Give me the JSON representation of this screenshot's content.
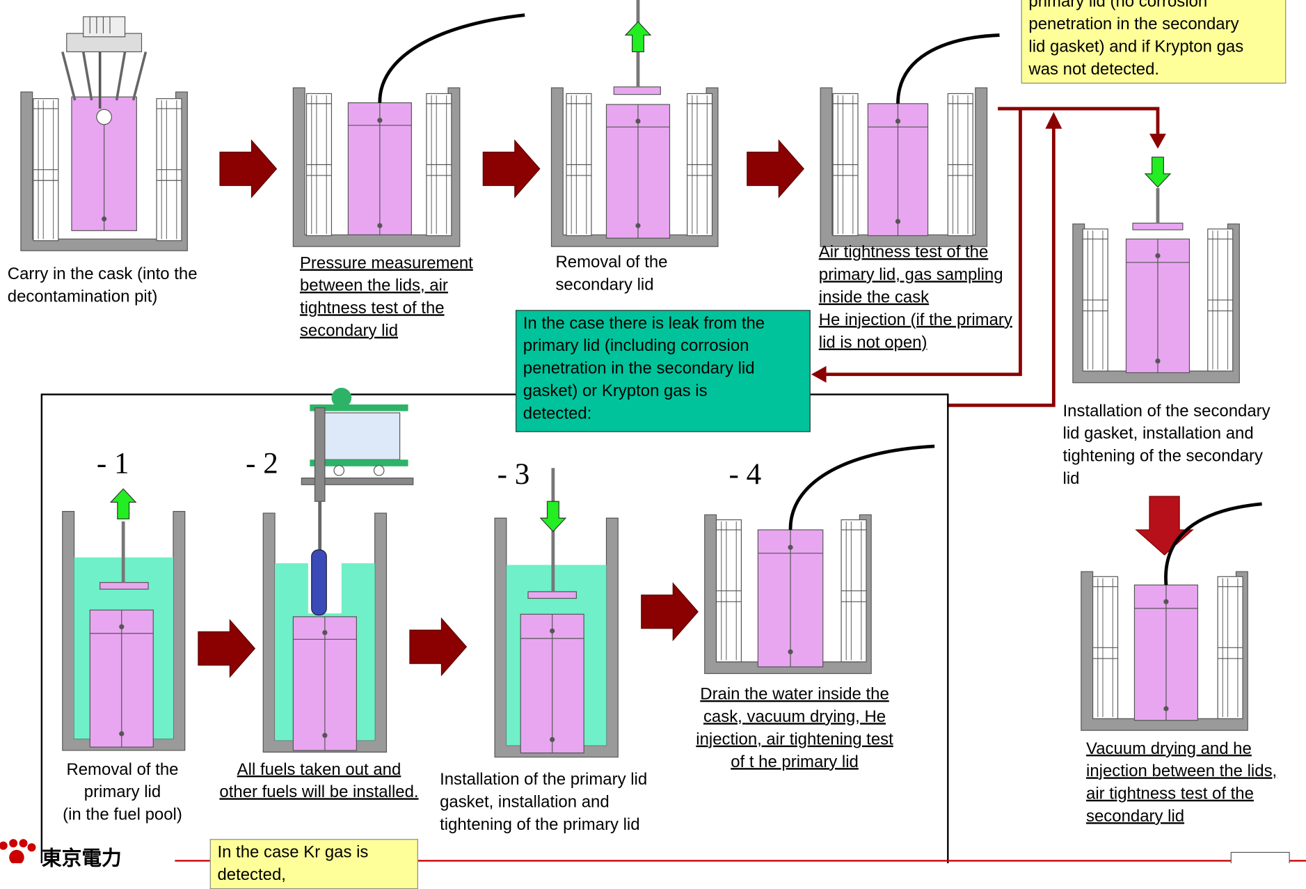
{
  "colors": {
    "body": "#e8a6f0",
    "water": "#6ff0c8",
    "flow": "#8b0000",
    "arrow_green": "#22ee22",
    "note_green": "#00c39b",
    "note_yellow": "#ffff99",
    "brand": "#cc0000"
  },
  "top_labels": {
    "carry_in": [
      "Carry in the cask (into the",
      "decontamination pit)"
    ],
    "pressure": [
      "Pressure measurement",
      "between the lids, air",
      "tightness test of the",
      "secondary lid"
    ],
    "removal_secondary": [
      "Removal of the",
      "secondary lid"
    ],
    "air_tight_primary": [
      "Air tightness test of the",
      "primary lid, gas sampling",
      "inside the cask",
      "He injection (if the primary",
      "lid is not open)"
    ],
    "install_secondary": [
      "Installation of the secondary",
      "lid gasket, installation and",
      "tightening of the secondary",
      "lid"
    ],
    "vacuum_between": [
      "Vacuum drying and he",
      "injection between the lids,",
      "air tightness test of the",
      "secondary lid"
    ]
  },
  "notes": {
    "yellow_top": [
      "primary lid (no corrosion",
      "penetration in the secondary",
      "lid gasket) and if Krypton gas",
      "was not detected."
    ],
    "green_leak": [
      "In the case there is leak from the",
      "primary lid (including corrosion",
      "penetration in the secondary lid",
      "gasket) or Krypton gas is",
      "detected:"
    ],
    "yellow_kr": [
      "In the case Kr gas is",
      "detected,"
    ]
  },
  "steps": [
    "- 1",
    "- 2",
    "- 3",
    "- 4"
  ],
  "bottom_labels": {
    "s1": [
      "Removal of the",
      "primary lid",
      "(in the fuel pool)"
    ],
    "s2": [
      "All fuels taken out and",
      "other fuels will be installed."
    ],
    "s3": [
      "Installation of the primary lid",
      "gasket, installation and",
      "tightening of the primary lid"
    ],
    "s4": [
      "Drain the water inside the",
      "cask, vacuum drying, He",
      "injection, air tightening test",
      "of t he primary lid"
    ]
  },
  "footer": {
    "logo_text": "東京電力"
  }
}
